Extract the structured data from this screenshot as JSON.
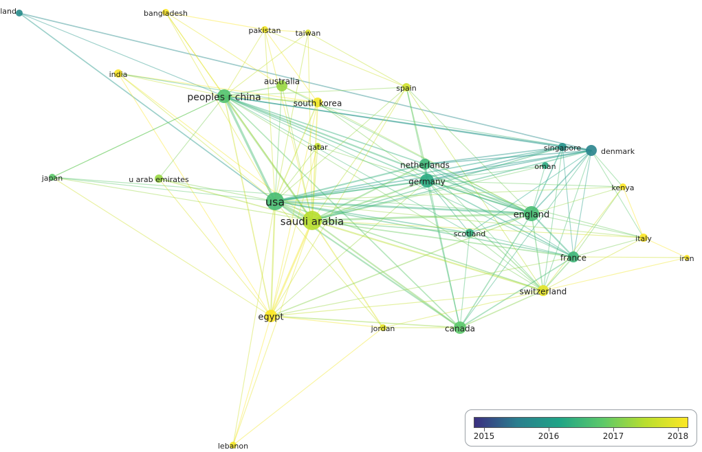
{
  "nodes": [
    {
      "id": "thailand",
      "label": "thailand",
      "year": 2015.8
    },
    {
      "id": "bangladesh",
      "label": "bangladesh",
      "year": 2018.0
    },
    {
      "id": "pakistan",
      "label": "pakistan",
      "year": 2017.9
    },
    {
      "id": "taiwan",
      "label": "taiwan",
      "year": 2017.7
    },
    {
      "id": "india",
      "label": "india",
      "year": 2018.0
    },
    {
      "id": "australia",
      "label": "australia",
      "year": 2017.2
    },
    {
      "id": "peoples-r-china",
      "label": "peoples r china",
      "year": 2016.7
    },
    {
      "id": "south-korea",
      "label": "south korea",
      "year": 2017.9
    },
    {
      "id": "spain",
      "label": "spain",
      "year": 2017.6
    },
    {
      "id": "singapore",
      "label": "singapore",
      "year": 2015.9
    },
    {
      "id": "denmark",
      "label": "denmark",
      "year": 2015.7
    },
    {
      "id": "qatar",
      "label": "qatar",
      "year": 2017.5
    },
    {
      "id": "netherlands",
      "label": "netherlands",
      "year": 2016.5
    },
    {
      "id": "oman",
      "label": "oman",
      "year": 2016.3
    },
    {
      "id": "japan",
      "label": "japan",
      "year": 2016.8
    },
    {
      "id": "u-arab-emirates",
      "label": "u arab emirates",
      "year": 2017.2
    },
    {
      "id": "germany",
      "label": "germany",
      "year": 2016.3
    },
    {
      "id": "kenya",
      "label": "kenya",
      "year": 2018.0
    },
    {
      "id": "usa",
      "label": "usa",
      "year": 2016.6
    },
    {
      "id": "saudi-arabia",
      "label": "saudi arabia",
      "year": 2017.4
    },
    {
      "id": "england",
      "label": "england",
      "year": 2016.6
    },
    {
      "id": "scotland",
      "label": "scotland",
      "year": 2016.4
    },
    {
      "id": "italy",
      "label": "italy",
      "year": 2018.0
    },
    {
      "id": "france",
      "label": "france",
      "year": 2016.5
    },
    {
      "id": "iran",
      "label": "iran",
      "year": 2018.0
    },
    {
      "id": "switzerland",
      "label": "switzerland",
      "year": 2017.8
    },
    {
      "id": "egypt",
      "label": "egypt",
      "year": 2018.0
    },
    {
      "id": "jordan",
      "label": "jordan",
      "year": 2017.8
    },
    {
      "id": "canada",
      "label": "canada",
      "year": 2016.8
    },
    {
      "id": "lebanon",
      "label": "lebanon",
      "year": 2017.9
    }
  ],
  "links": [
    [
      "thailand",
      "usa",
      2016.0,
      2
    ],
    [
      "thailand",
      "denmark",
      2015.8,
      2
    ],
    [
      "thailand",
      "peoples-r-china",
      2016.0,
      1
    ],
    [
      "bangladesh",
      "peoples-r-china",
      2017.6,
      1
    ],
    [
      "bangladesh",
      "saudi-arabia",
      2017.9,
      1
    ],
    [
      "bangladesh",
      "usa",
      2017.7,
      1
    ],
    [
      "bangladesh",
      "pakistan",
      2018.0,
      1
    ],
    [
      "bangladesh",
      "australia",
      2017.8,
      1
    ],
    [
      "pakistan",
      "saudi-arabia",
      2017.8,
      1
    ],
    [
      "pakistan",
      "peoples-r-china",
      2017.6,
      1
    ],
    [
      "pakistan",
      "usa",
      2017.6,
      1
    ],
    [
      "pakistan",
      "taiwan",
      2017.9,
      1
    ],
    [
      "pakistan",
      "south-korea",
      2017.9,
      1
    ],
    [
      "pakistan",
      "spain",
      2017.6,
      1
    ],
    [
      "taiwan",
      "usa",
      2017.4,
      1
    ],
    [
      "taiwan",
      "saudi-arabia",
      2017.7,
      1
    ],
    [
      "taiwan",
      "peoples-r-china",
      2017.5,
      1
    ],
    [
      "taiwan",
      "spain",
      2017.5,
      1
    ],
    [
      "india",
      "usa",
      2017.5,
      1
    ],
    [
      "india",
      "saudi-arabia",
      2017.9,
      1
    ],
    [
      "india",
      "peoples-r-china",
      2017.5,
      1
    ],
    [
      "india",
      "egypt",
      2018.0,
      1
    ],
    [
      "india",
      "south-korea",
      2017.9,
      1
    ],
    [
      "india",
      "denmark",
      2016.5,
      1
    ],
    [
      "australia",
      "usa",
      2016.9,
      1
    ],
    [
      "australia",
      "saudi-arabia",
      2017.3,
      1
    ],
    [
      "australia",
      "peoples-r-china",
      2016.9,
      2
    ],
    [
      "australia",
      "england",
      2016.8,
      1
    ],
    [
      "australia",
      "south-korea",
      2017.5,
      1
    ],
    [
      "peoples-r-china",
      "usa",
      2016.6,
      5
    ],
    [
      "peoples-r-china",
      "saudi-arabia",
      2017.0,
      4
    ],
    [
      "peoples-r-china",
      "england",
      2016.5,
      3
    ],
    [
      "peoples-r-china",
      "germany",
      2016.4,
      2
    ],
    [
      "peoples-r-china",
      "netherlands",
      2016.4,
      2
    ],
    [
      "peoples-r-china",
      "denmark",
      2016.0,
      2
    ],
    [
      "peoples-r-china",
      "singapore",
      2016.0,
      2
    ],
    [
      "peoples-r-china",
      "egypt",
      2017.6,
      2
    ],
    [
      "peoples-r-china",
      "canada",
      2016.8,
      2
    ],
    [
      "peoples-r-china",
      "japan",
      2016.9,
      1
    ],
    [
      "peoples-r-china",
      "france",
      2016.5,
      1
    ],
    [
      "peoples-r-china",
      "south-korea",
      2017.4,
      2
    ],
    [
      "peoples-r-china",
      "spain",
      2017.1,
      1
    ],
    [
      "peoples-r-china",
      "switzerland",
      2017.0,
      1
    ],
    [
      "peoples-r-china",
      "scotland",
      2016.5,
      1
    ],
    [
      "south-korea",
      "usa",
      2017.5,
      2
    ],
    [
      "south-korea",
      "saudi-arabia",
      2017.8,
      2
    ],
    [
      "south-korea",
      "egypt",
      2017.9,
      1
    ],
    [
      "south-korea",
      "england",
      2017.2,
      1
    ],
    [
      "south-korea",
      "germany",
      2017.0,
      1
    ],
    [
      "spain",
      "usa",
      2017.2,
      1
    ],
    [
      "spain",
      "saudi-arabia",
      2017.4,
      1
    ],
    [
      "spain",
      "germany",
      2016.8,
      1
    ],
    [
      "spain",
      "netherlands",
      2016.9,
      2
    ],
    [
      "spain",
      "england",
      2017.0,
      1
    ],
    [
      "spain",
      "switzerland",
      2017.4,
      1
    ],
    [
      "spain",
      "egypt",
      2017.6,
      1
    ],
    [
      "singapore",
      "usa",
      2016.2,
      2
    ],
    [
      "singapore",
      "england",
      2016.2,
      2
    ],
    [
      "singapore",
      "germany",
      2016.0,
      2
    ],
    [
      "singapore",
      "netherlands",
      2016.0,
      2
    ],
    [
      "singapore",
      "saudi-arabia",
      2016.5,
      2
    ],
    [
      "singapore",
      "denmark",
      2015.8,
      2
    ],
    [
      "singapore",
      "france",
      2016.1,
      1
    ],
    [
      "singapore",
      "switzerland",
      2016.6,
      1
    ],
    [
      "denmark",
      "usa",
      2016.1,
      2
    ],
    [
      "denmark",
      "england",
      2016.1,
      2
    ],
    [
      "denmark",
      "germany",
      2016.0,
      2
    ],
    [
      "denmark",
      "netherlands",
      2016.0,
      2
    ],
    [
      "denmark",
      "saudi-arabia",
      2016.4,
      2
    ],
    [
      "denmark",
      "france",
      2016.1,
      1
    ],
    [
      "denmark",
      "italy",
      2016.8,
      1
    ],
    [
      "denmark",
      "kenya",
      2016.8,
      1
    ],
    [
      "denmark",
      "canada",
      2016.4,
      1
    ],
    [
      "denmark",
      "switzerland",
      2016.6,
      1
    ],
    [
      "denmark",
      "scotland",
      2016.2,
      1
    ],
    [
      "qatar",
      "usa",
      2017.2,
      1
    ],
    [
      "qatar",
      "saudi-arabia",
      2017.5,
      1
    ],
    [
      "qatar",
      "egypt",
      2017.8,
      1
    ],
    [
      "qatar",
      "england",
      2017.0,
      1
    ],
    [
      "netherlands",
      "usa",
      2016.4,
      3
    ],
    [
      "netherlands",
      "saudi-arabia",
      2016.9,
      3
    ],
    [
      "netherlands",
      "england",
      2016.4,
      3
    ],
    [
      "netherlands",
      "germany",
      2016.3,
      2
    ],
    [
      "netherlands",
      "france",
      2016.3,
      1
    ],
    [
      "netherlands",
      "switzerland",
      2016.8,
      1
    ],
    [
      "netherlands",
      "canada",
      2016.6,
      1
    ],
    [
      "oman",
      "usa",
      2016.6,
      1
    ],
    [
      "oman",
      "saudi-arabia",
      2016.9,
      1
    ],
    [
      "oman",
      "england",
      2016.5,
      1
    ],
    [
      "japan",
      "usa",
      2016.8,
      1
    ],
    [
      "japan",
      "saudi-arabia",
      2017.2,
      1
    ],
    [
      "japan",
      "peoples-r-china",
      2016.9,
      1
    ],
    [
      "japan",
      "england",
      2016.8,
      1
    ],
    [
      "japan",
      "egypt",
      2017.6,
      1
    ],
    [
      "u-arab-emirates",
      "usa",
      2017.0,
      1
    ],
    [
      "u-arab-emirates",
      "saudi-arabia",
      2017.3,
      2
    ],
    [
      "u-arab-emirates",
      "egypt",
      2017.7,
      1
    ],
    [
      "u-arab-emirates",
      "peoples-r-china",
      2017.0,
      1
    ],
    [
      "germany",
      "usa",
      2016.4,
      3
    ],
    [
      "germany",
      "saudi-arabia",
      2016.9,
      3
    ],
    [
      "germany",
      "england",
      2016.3,
      3
    ],
    [
      "germany",
      "france",
      2016.3,
      2
    ],
    [
      "germany",
      "switzerland",
      2016.9,
      2
    ],
    [
      "germany",
      "canada",
      2016.6,
      2
    ],
    [
      "germany",
      "egypt",
      2017.2,
      1
    ],
    [
      "germany",
      "scotland",
      2016.3,
      1
    ],
    [
      "germany",
      "italy",
      2016.9,
      1
    ],
    [
      "germany",
      "kenya",
      2016.9,
      1
    ],
    [
      "kenya",
      "england",
      2017.2,
      1
    ],
    [
      "kenya",
      "italy",
      2018.0,
      1
    ],
    [
      "kenya",
      "france",
      2017.0,
      1
    ],
    [
      "kenya",
      "switzerland",
      2017.6,
      1
    ],
    [
      "kenya",
      "usa",
      2017.2,
      1
    ],
    [
      "usa",
      "saudi-arabia",
      2016.9,
      6
    ],
    [
      "usa",
      "england",
      2016.4,
      4
    ],
    [
      "usa",
      "egypt",
      2017.5,
      3
    ],
    [
      "usa",
      "canada",
      2016.7,
      3
    ],
    [
      "usa",
      "france",
      2016.5,
      2
    ],
    [
      "usa",
      "switzerland",
      2016.9,
      2
    ],
    [
      "usa",
      "scotland",
      2016.4,
      2
    ],
    [
      "usa",
      "jordan",
      2017.5,
      1
    ],
    [
      "usa",
      "lebanon",
      2017.6,
      1
    ],
    [
      "usa",
      "italy",
      2017.2,
      1
    ],
    [
      "saudi-arabia",
      "england",
      2016.9,
      4
    ],
    [
      "saudi-arabia",
      "egypt",
      2017.9,
      4
    ],
    [
      "saudi-arabia",
      "canada",
      2017.0,
      3
    ],
    [
      "saudi-arabia",
      "france",
      2016.9,
      2
    ],
    [
      "saudi-arabia",
      "switzerland",
      2017.4,
      3
    ],
    [
      "saudi-arabia",
      "scotland",
      2016.8,
      2
    ],
    [
      "saudi-arabia",
      "jordan",
      2017.7,
      2
    ],
    [
      "saudi-arabia",
      "lebanon",
      2017.8,
      1
    ],
    [
      "saudi-arabia",
      "italy",
      2017.6,
      1
    ],
    [
      "england",
      "france",
      2016.4,
      3
    ],
    [
      "england",
      "switzerland",
      2016.8,
      2
    ],
    [
      "england",
      "canada",
      2016.6,
      2
    ],
    [
      "england",
      "scotland",
      2016.4,
      2
    ],
    [
      "england",
      "italy",
      2016.9,
      1
    ],
    [
      "england",
      "egypt",
      2017.1,
      2
    ],
    [
      "scotland",
      "france",
      2016.4,
      1
    ],
    [
      "scotland",
      "canada",
      2016.6,
      1
    ],
    [
      "scotland",
      "switzerland",
      2016.9,
      1
    ],
    [
      "italy",
      "france",
      2017.0,
      1
    ],
    [
      "italy",
      "iran",
      2018.0,
      1
    ],
    [
      "italy",
      "switzerland",
      2017.6,
      1
    ],
    [
      "iran",
      "france",
      2017.6,
      1
    ],
    [
      "iran",
      "switzerland",
      2017.9,
      1
    ],
    [
      "france",
      "switzerland",
      2016.9,
      2
    ],
    [
      "france",
      "canada",
      2016.6,
      2
    ],
    [
      "france",
      "egypt",
      2017.2,
      1
    ],
    [
      "switzerland",
      "canada",
      2017.1,
      2
    ],
    [
      "switzerland",
      "egypt",
      2017.5,
      1
    ],
    [
      "switzerland",
      "jordan",
      2017.6,
      1
    ],
    [
      "egypt",
      "canada",
      2017.2,
      2
    ],
    [
      "egypt",
      "jordan",
      2017.9,
      1
    ],
    [
      "egypt",
      "lebanon",
      2018.0,
      1
    ],
    [
      "jordan",
      "canada",
      2017.5,
      1
    ],
    [
      "jordan",
      "lebanon",
      2017.9,
      1
    ]
  ],
  "legend": {
    "ticks": [
      "2015",
      "2016",
      "2017",
      "2018"
    ],
    "colors": [
      "#3b2f80",
      "#2b7e8e",
      "#20a486",
      "#5cc86a",
      "#b8de2f",
      "#fde725"
    ]
  }
}
